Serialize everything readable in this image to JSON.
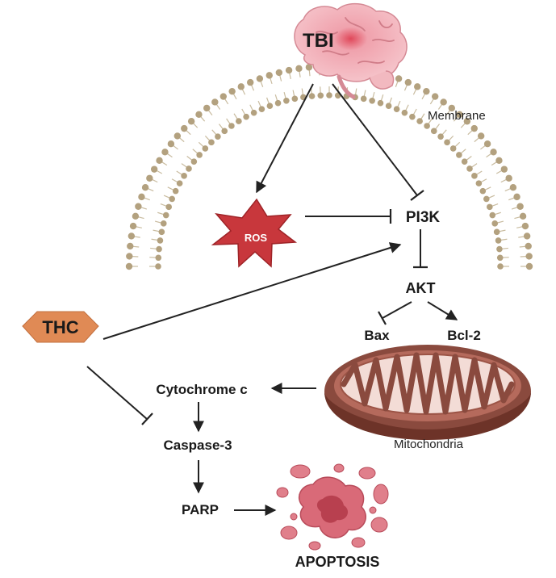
{
  "labels": {
    "tbi": "TBI",
    "membrane": "Membrane",
    "ros": "ROS",
    "pi3k": "PI3K",
    "akt": "AKT",
    "bax": "Bax",
    "bcl2": "Bcl-2",
    "thc": "THC",
    "cytochrome_c": "Cytochrome c",
    "mitochondria": "Mitochondria",
    "caspase3": "Caspase-3",
    "parp": "PARP",
    "apoptosis": "APOPTOSIS"
  },
  "interactions": [
    {
      "from": "TBI",
      "to": "ROS",
      "type": "activation"
    },
    {
      "from": "TBI",
      "to": "PI3K",
      "type": "inhibition"
    },
    {
      "from": "ROS",
      "to": "PI3K",
      "type": "inhibition"
    },
    {
      "from": "THC",
      "to": "PI3K",
      "type": "activation"
    },
    {
      "from": "PI3K",
      "to": "AKT",
      "type": "inhibition"
    },
    {
      "from": "AKT",
      "to": "Bax",
      "type": "inhibition"
    },
    {
      "from": "AKT",
      "to": "Bcl-2",
      "type": "activation"
    },
    {
      "from": "Mitochondria",
      "to": "Cytochrome c",
      "type": "activation"
    },
    {
      "from": "THC",
      "to": "Caspase-3",
      "type": "inhibition"
    },
    {
      "from": "Cytochrome c",
      "to": "Caspase-3",
      "type": "activation"
    },
    {
      "from": "Caspase-3",
      "to": "PARP",
      "type": "activation"
    },
    {
      "from": "PARP",
      "to": "APOPTOSIS",
      "type": "activation"
    }
  ],
  "colors": {
    "ros_fill": "#c8373c",
    "thc_fill": "#e08a55",
    "membrane_head": "#b3a17f",
    "mito_outer": "#8a4a3e",
    "mito_inner": "#f3dcd6",
    "brain": "#f2bcc3",
    "apoptosis_cell": "#d96a78",
    "arrow": "#222222"
  }
}
